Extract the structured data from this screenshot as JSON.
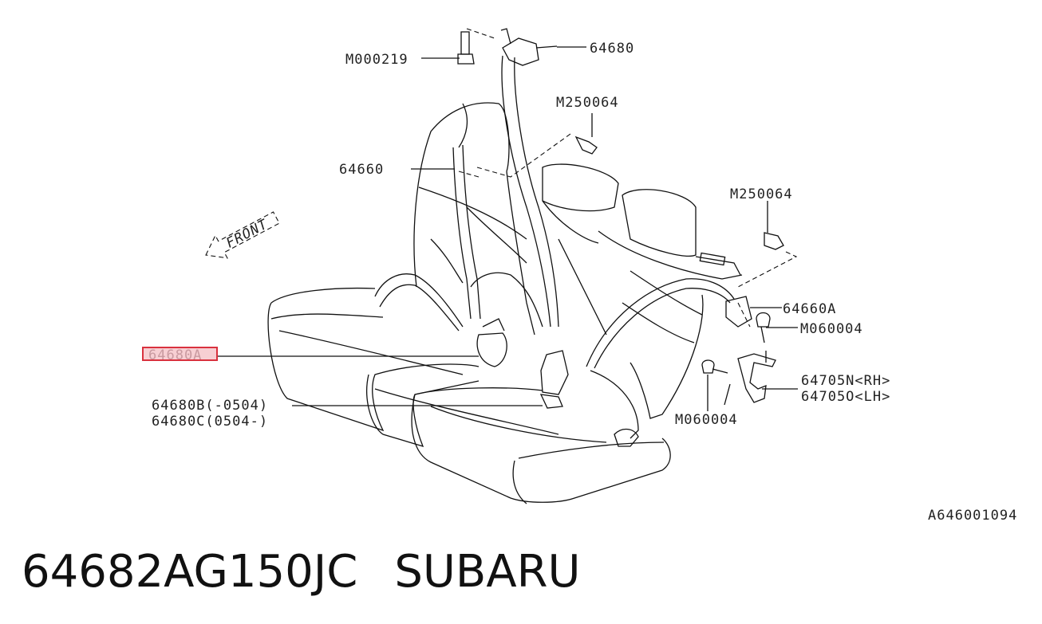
{
  "diagram": {
    "labels": {
      "m000219": "M000219",
      "p64680": "64680",
      "m250064_a": "M250064",
      "p64660": "64660",
      "front": "FRONT",
      "m250064_b": "M250064",
      "p64660a": "64660A",
      "m060004_a": "M060004",
      "p64680a": "64680A",
      "p64705n": "64705N<RH>",
      "p64705o": "64705O<LH>",
      "p64680b": "64680B(-0504)",
      "p64680c": "64680C(0504-)",
      "m060004_b": "M060004",
      "ref": "A646001094"
    },
    "highlight_color": "#d9313e"
  },
  "footer": {
    "part_number": "64682AG150JC",
    "brand": "SUBARU"
  }
}
